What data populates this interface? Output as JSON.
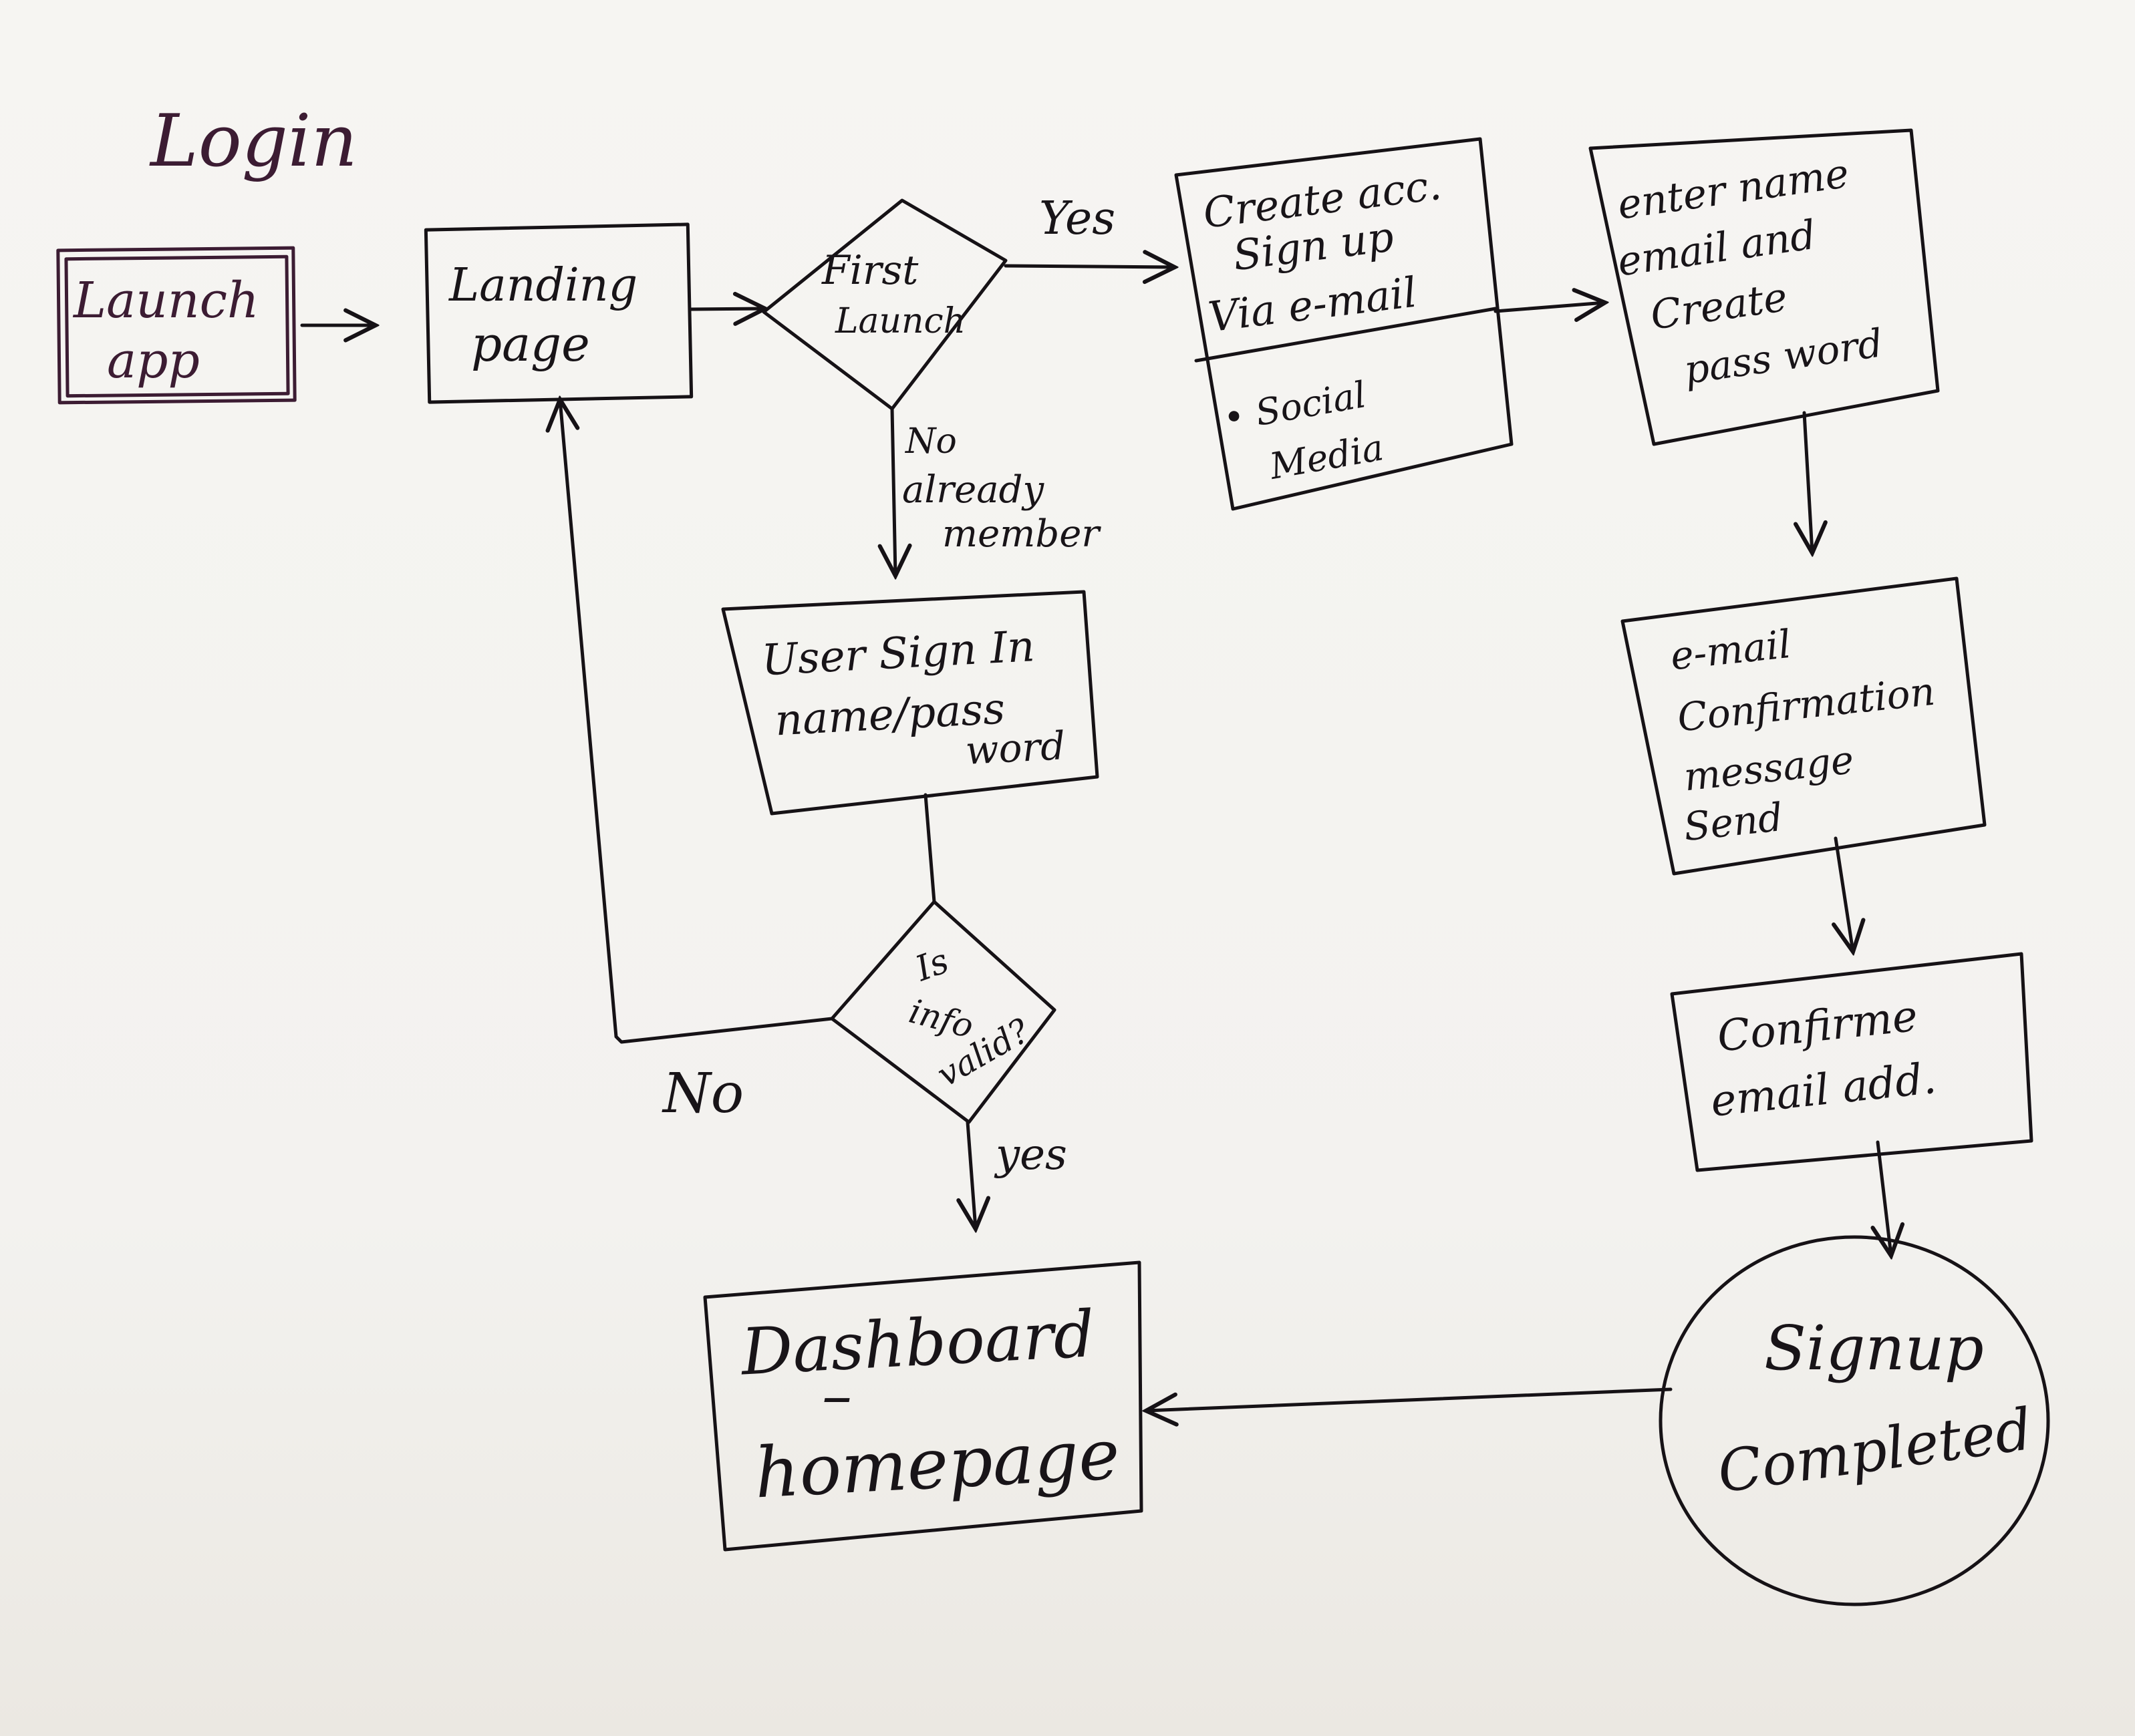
{
  "diagram": {
    "title": "Login",
    "nodes": [
      {
        "id": "launch_app",
        "lines": [
          "Launch",
          "app"
        ]
      },
      {
        "id": "landing_page",
        "lines": [
          "Landing",
          "page"
        ]
      },
      {
        "id": "first_launch",
        "lines": [
          "First",
          "Launch"
        ]
      },
      {
        "id": "create_account",
        "lines": [
          "Create acc.",
          "Sign up",
          "Via e-mail"
        ]
      },
      {
        "id": "social_media",
        "lines": [
          "• Social",
          "Media"
        ]
      },
      {
        "id": "enter_details",
        "lines": [
          "enter name",
          "email and",
          "Create",
          "pass word"
        ]
      },
      {
        "id": "user_sign_in",
        "lines": [
          "User Sign In",
          "name/pass",
          "word"
        ]
      },
      {
        "id": "is_info_valid",
        "lines": [
          "Is",
          "info",
          "valid?"
        ]
      },
      {
        "id": "email_confirmation",
        "lines": [
          "e-mail",
          "Confirmation",
          "message",
          "Send"
        ]
      },
      {
        "id": "confirm_email",
        "lines": [
          "Confirme",
          "email add."
        ]
      },
      {
        "id": "signup_completed",
        "lines": [
          "Signup",
          "Completed"
        ]
      },
      {
        "id": "dashboard",
        "lines": [
          "Dashboard",
          "–",
          "homepage"
        ]
      }
    ],
    "edge_labels": {
      "first_launch_yes": "Yes",
      "first_launch_no": [
        "No",
        "already",
        "member"
      ],
      "valid_no": "No",
      "valid_yes": "yes"
    }
  }
}
